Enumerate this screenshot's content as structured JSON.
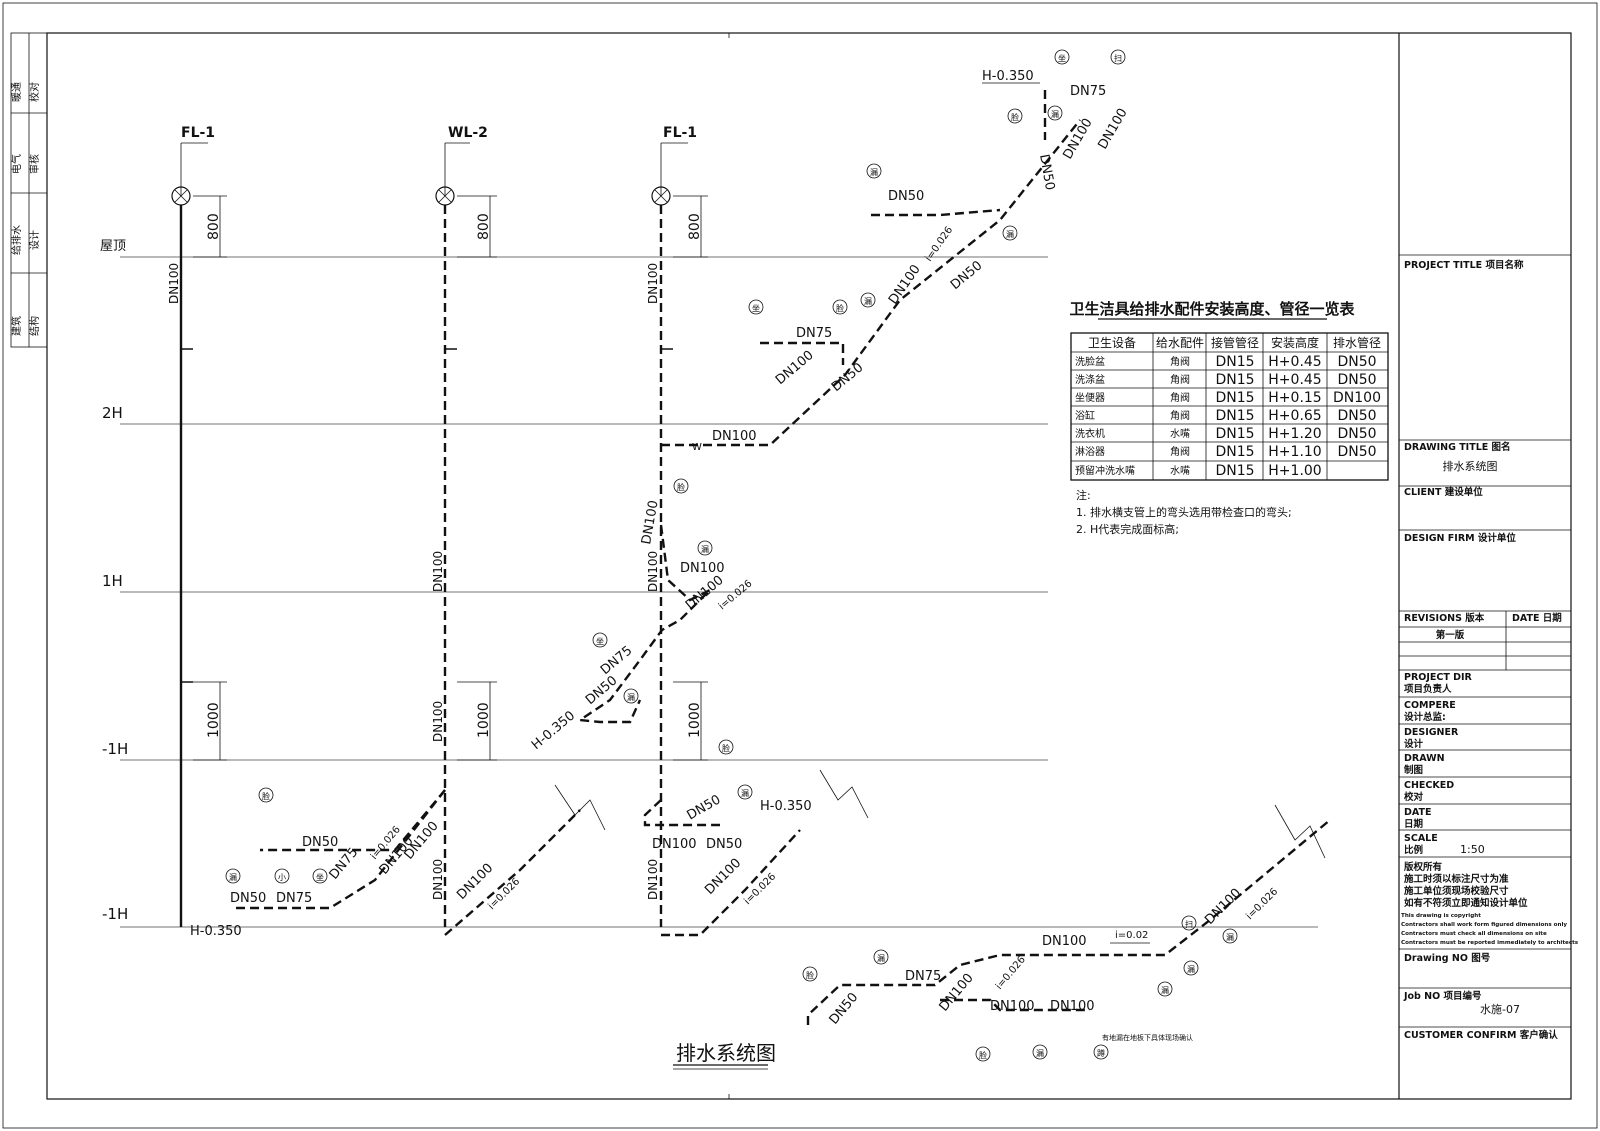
{
  "drawing": {
    "title": "排水系统图",
    "risers": [
      "FL-1",
      "WL-2",
      "FL-1"
    ],
    "levels": [
      "屋顶",
      "2H",
      "1H",
      "-1H",
      "-1H"
    ],
    "dims": [
      "800",
      "800",
      "800",
      "1000",
      "1000",
      "1000"
    ],
    "pipe_labels": {
      "dn100": "DN100",
      "dn75": "DN75",
      "dn50": "DN50",
      "slope": "i=0.026",
      "slope2": "i=0.02",
      "elev": "H-0.350",
      "w": "W"
    },
    "fixture_symbols": {
      "seat": "坐",
      "basin": "脸",
      "drain": "漏",
      "sweep": "扫",
      "urinal": "小",
      "tub": "蹲"
    },
    "site_note": "有地漏在地板下具体现场确认"
  },
  "fixture_table": {
    "title": "卫生洁具给排水配件安装高度、管径一览表",
    "headers": [
      "卫生设备",
      "给水配件",
      "接管管径",
      "安装高度",
      "排水管径"
    ],
    "rows": [
      [
        "洗脸盆",
        "角阀",
        "DN15",
        "H+0.45",
        "DN50"
      ],
      [
        "洗涤盆",
        "角阀",
        "DN15",
        "H+0.45",
        "DN50"
      ],
      [
        "坐便器",
        "角阀",
        "DN15",
        "H+0.15",
        "DN100"
      ],
      [
        "浴缸",
        "角阀",
        "DN15",
        "H+0.65",
        "DN50"
      ],
      [
        "洗衣机",
        "水嘴",
        "DN15",
        "H+1.20",
        "DN50"
      ],
      [
        "淋浴器",
        "角阀",
        "DN15",
        "H+1.10",
        "DN50"
      ],
      [
        "预留冲洗水嘴",
        "水嘴",
        "DN15",
        "H+1.00",
        ""
      ]
    ],
    "notes_title": "注:",
    "notes": [
      "1. 排水横支管上的弯头选用带检查口的弯头;",
      "2. H代表完成面标高;"
    ]
  },
  "left_strip": {
    "cells": [
      "暖通",
      "校对",
      "电气",
      "审核",
      "给排水",
      "设计",
      "建筑",
      "结构"
    ]
  },
  "title_block": {
    "project_title": "PROJECT TITLE    项目名称",
    "drawing_title_label": "DRAWING TITLE  图名",
    "drawing_title_value": "排水系统图",
    "client": "CLIENT   建设单位",
    "design_firm": "DESIGN FIRM   设计单位",
    "revisions": "REVISIONS   版本",
    "date_label": "DATE  日期",
    "revision_value": "第一版",
    "project_dir": [
      "PROJECT DIR",
      "项目负责人"
    ],
    "compere": [
      "COMPERE",
      "设计总监:"
    ],
    "designer": [
      "DESIGNER",
      "设计"
    ],
    "drawn": [
      "DRAWN",
      "制图"
    ],
    "checked": [
      "CHECKED",
      "校对"
    ],
    "date": [
      "DATE",
      "日期"
    ],
    "scale": [
      "SCALE",
      "比例"
    ],
    "scale_value": "1:50",
    "copyright_cn": [
      "版权所有",
      "施工时须以标注尺寸为准",
      "施工单位须现场校验尺寸",
      "如有不符须立即通知设计单位"
    ],
    "copyright_en": [
      "This drawing is copyright",
      "Contractors shall work form figured dimensions only",
      "Contractors must check all dimensions on site",
      "Contractors must be reported immediately to architects"
    ],
    "drawing_no": "Drawing NO 图号",
    "job_no": "Job NO  项目编号",
    "job_no_value": "水施-07",
    "customer_confirm": "CUSTOMER CONFIRM   客户确认"
  }
}
